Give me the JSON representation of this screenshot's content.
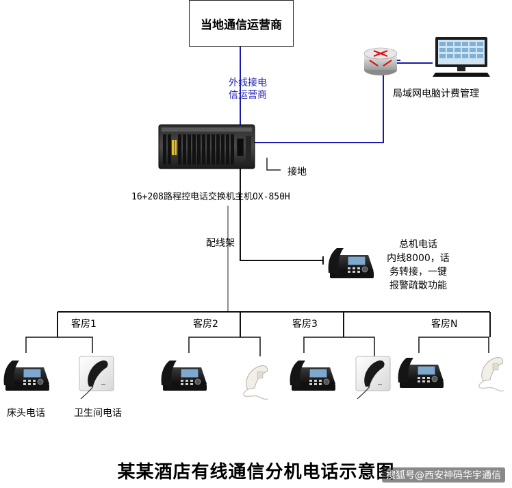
{
  "carrier": {
    "label": "当地通信运营商"
  },
  "trunk": {
    "line1": "外线接电",
    "line2": "信运营商"
  },
  "billing": {
    "label": "局域网电脑计费管理"
  },
  "pbx": {
    "label": "16+208路程控电话交换机主机OX-850H"
  },
  "ground": {
    "label": "接地"
  },
  "frame": {
    "label": "配线架"
  },
  "operator": {
    "line1": "总机电话",
    "line2": "内线8000，话",
    "line3": "务转接，一键",
    "line4": "报警疏散功能"
  },
  "rooms": [
    {
      "label": "客房1"
    },
    {
      "label": "客房2"
    },
    {
      "label": "客房3"
    },
    {
      "label": "客房N"
    }
  ],
  "phones": {
    "bedside": "床头电话",
    "bathroom": "卫生间电话"
  },
  "title": "某某酒店有线通信分机电话示意图",
  "watermark": "搜狐号@西安神码华宇通信",
  "colors": {
    "line": "#222222",
    "trunk_line": "#1a1aaa",
    "text_blue": "#1f1fb0"
  }
}
